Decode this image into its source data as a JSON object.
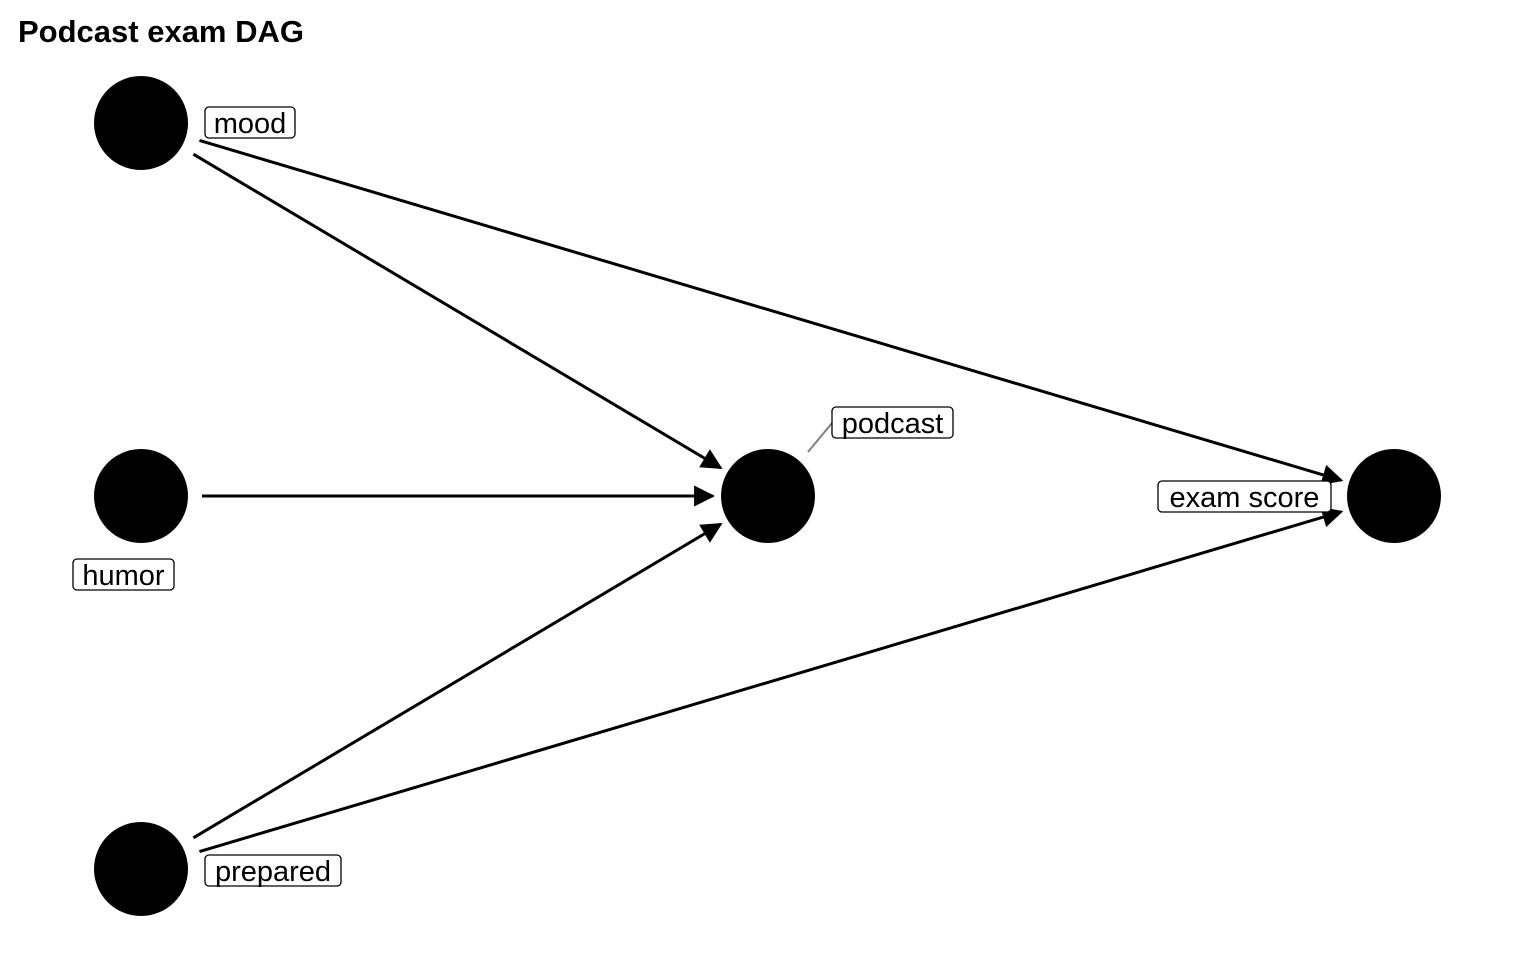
{
  "title": "Podcast exam DAG",
  "nodes": [
    {
      "id": "mood",
      "label": "mood"
    },
    {
      "id": "humor",
      "label": "humor"
    },
    {
      "id": "prepared",
      "label": "prepared"
    },
    {
      "id": "podcast",
      "label": "podcast"
    },
    {
      "id": "exam_score",
      "label": "exam score"
    }
  ],
  "edges": [
    {
      "from": "mood",
      "to": "podcast"
    },
    {
      "from": "mood",
      "to": "exam_score"
    },
    {
      "from": "humor",
      "to": "podcast"
    },
    {
      "from": "prepared",
      "to": "podcast"
    },
    {
      "from": "prepared",
      "to": "exam_score"
    }
  ],
  "colors": {
    "node": "#000000",
    "edge": "#000000",
    "leader": "#808080"
  }
}
